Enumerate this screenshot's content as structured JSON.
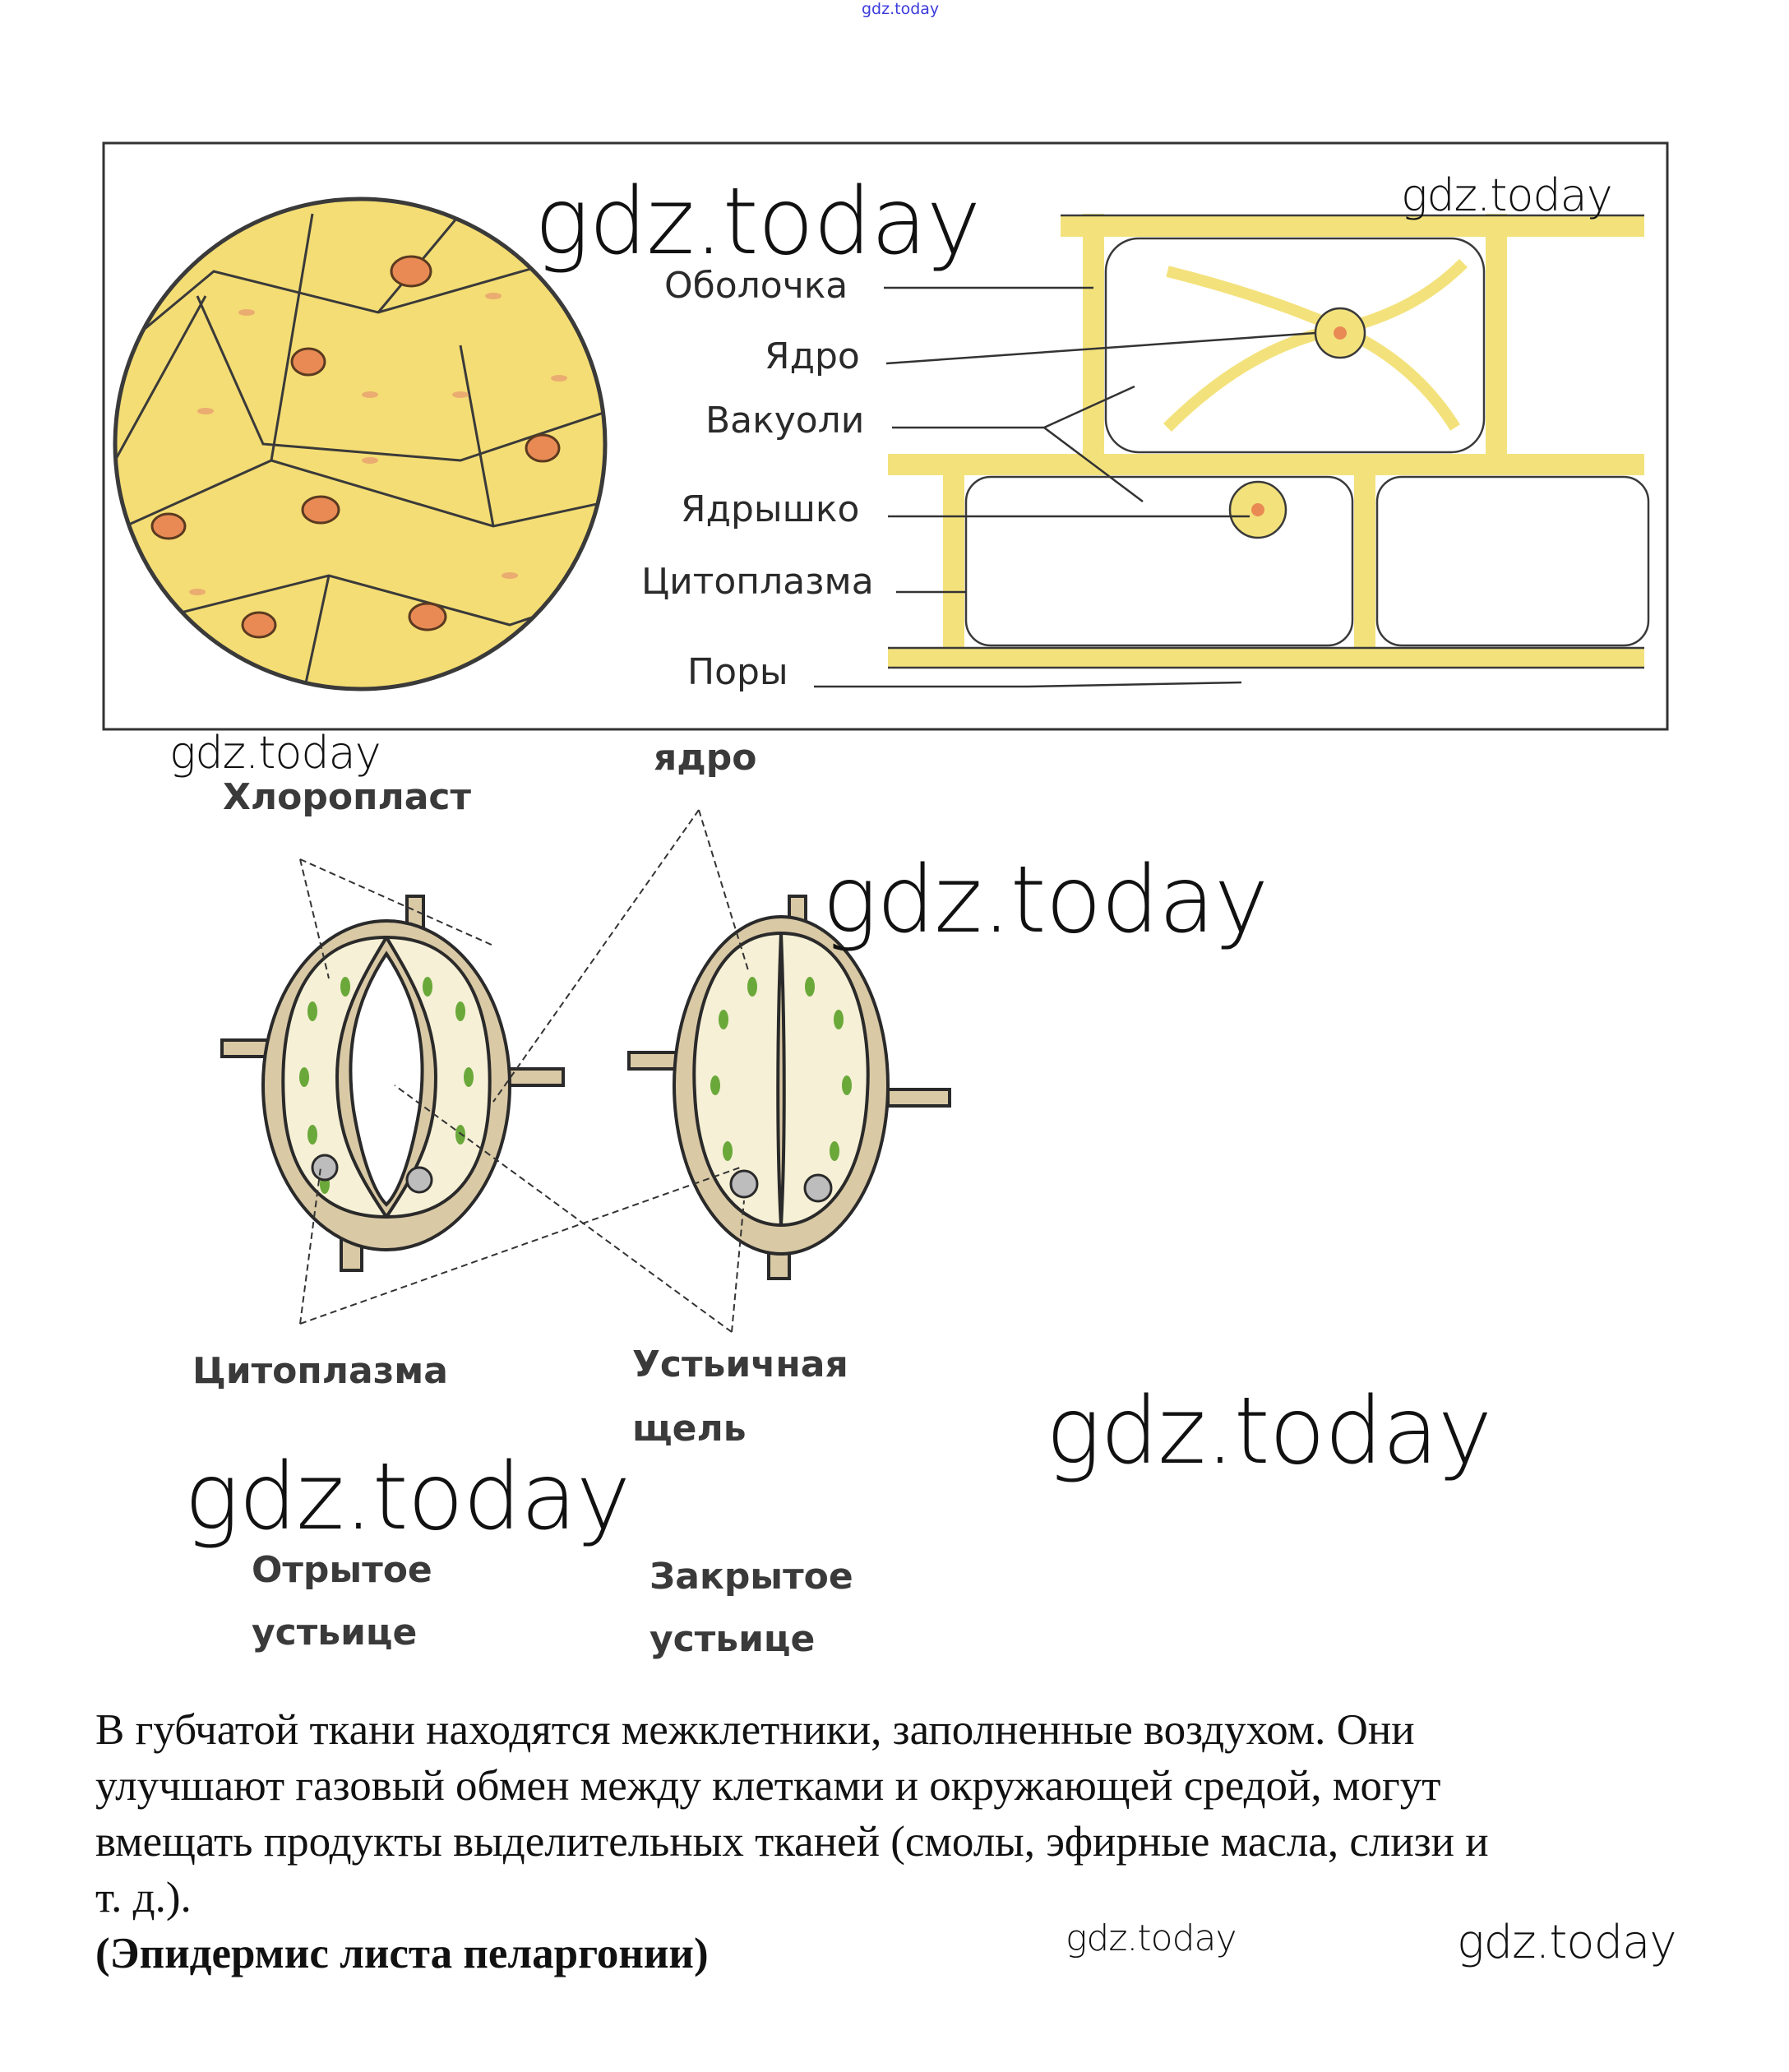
{
  "watermarks": {
    "top": "gdz.today",
    "text": "gdz.today"
  },
  "figure1": {
    "labels": [
      "Оболочка",
      "Ядро",
      "Вакуоли",
      "Ядрышко",
      "Цитоплазма",
      "Поры"
    ]
  },
  "figure2": {
    "labels": {
      "nucleus": "ядро",
      "chloroplast": "Хлоропласт",
      "cytoplasm": "Цитоплазма",
      "slit_line1": "Устьичная",
      "slit_line2": "щель",
      "open_line1": "Отрытое",
      "open_line2": "устьице",
      "closed_line1": "Закрытое",
      "closed_line2": "устьице"
    }
  },
  "text": {
    "lines": [
      "В губчатой ткани находятся межклетники, заполненные воздухом. Они",
      "улучшают газовый обмен между клетками и окружающей средой, могут",
      "вмещать продукты выделительных тканей (смолы, эфирные масла, слизи и",
      "т. д.)."
    ],
    "caption": "(Эпидермис листа пеларгонии)"
  },
  "colors": {
    "cell_fill": "#f6e27a",
    "cell_line": "#5a4a1a",
    "stoma_wall": "#e2d2b0",
    "chloroplast": "#6aa83a",
    "watermark_top": "#3b3bdc"
  }
}
